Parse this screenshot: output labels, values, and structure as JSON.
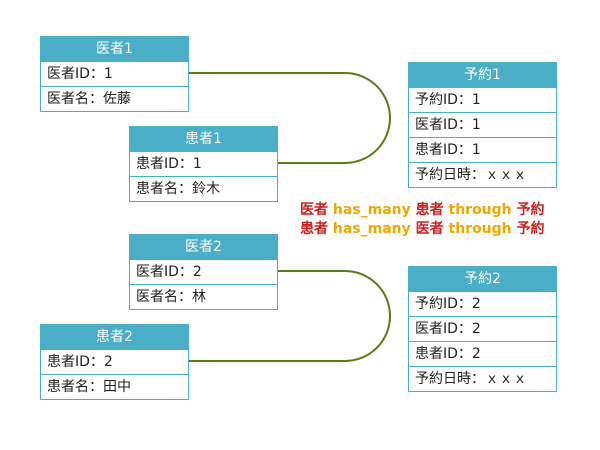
{
  "colors": {
    "table_header": "#4aaec6",
    "table_border": "#4aaec6",
    "connector": "#5a7a14",
    "relation_entity": "#cc2222",
    "relation_keyword": "#eea800"
  },
  "tables": {
    "doctor1": {
      "title": "医者1",
      "rows": [
        "医者ID：1",
        "医者名：佐藤"
      ]
    },
    "patient1": {
      "title": "患者1",
      "rows": [
        "患者ID：1",
        "患者名：鈴木"
      ]
    },
    "reservation1": {
      "title": "予約1",
      "rows": [
        "予約ID：1",
        "医者ID：1",
        "患者ID：1",
        "予約日時：ｘｘｘ"
      ]
    },
    "doctor2": {
      "title": "医者2",
      "rows": [
        "医者ID：2",
        "医者名：林"
      ]
    },
    "patient2": {
      "title": "患者2",
      "rows": [
        "患者ID：2",
        "患者名：田中"
      ]
    },
    "reservation2": {
      "title": "予約2",
      "rows": [
        "予約ID：2",
        "医者ID：2",
        "患者ID：2",
        "予約日時：ｘｘｘ"
      ]
    }
  },
  "relations": [
    {
      "a": "医者",
      "kw1": "has_many",
      "b": "患者",
      "kw2": "through",
      "c": "予約"
    },
    {
      "a": "患者",
      "kw1": "has_many",
      "b": "医者",
      "kw2": "through",
      "c": "予約"
    }
  ]
}
